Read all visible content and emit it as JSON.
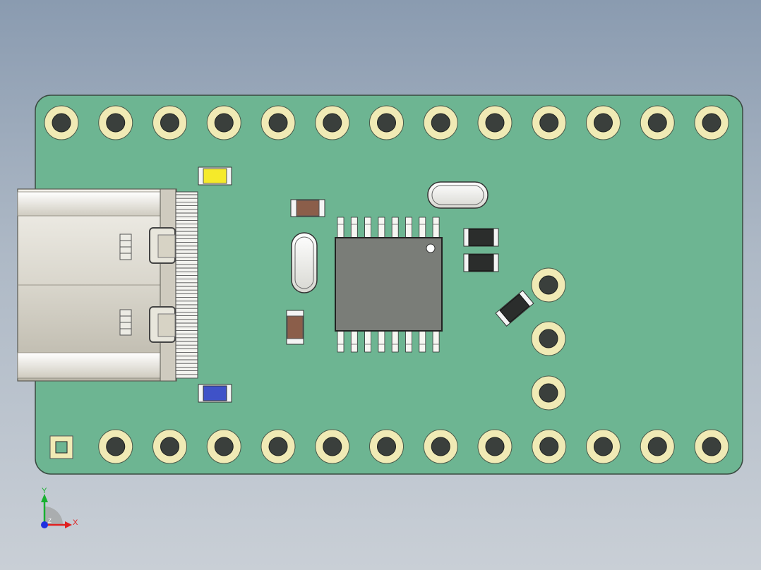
{
  "board": {
    "pad_counts": {
      "top_row": 13,
      "bottom_row": 13,
      "side_column": 3
    },
    "ic_pins_per_side": 8
  },
  "triad": {
    "x_label": "X",
    "y_label": "Y",
    "z_label": "Z"
  },
  "colors": {
    "pcb": "#6db592",
    "pad_ring": "#f0eab5",
    "pad_hole": "#3a3f3c",
    "ic_body": "#7a7d78",
    "led_yellow": "#f5ea2a",
    "led_blue": "#3f52c8",
    "resistor": "#8b5e4a",
    "diode": "#2b2d2c",
    "triad_x": "#e02020",
    "triad_y": "#18b030",
    "triad_z": "#2030e0"
  },
  "icons": {
    "usb_connector": "usb-c-connector-icon",
    "axis_triad": "axis-triad-icon"
  }
}
